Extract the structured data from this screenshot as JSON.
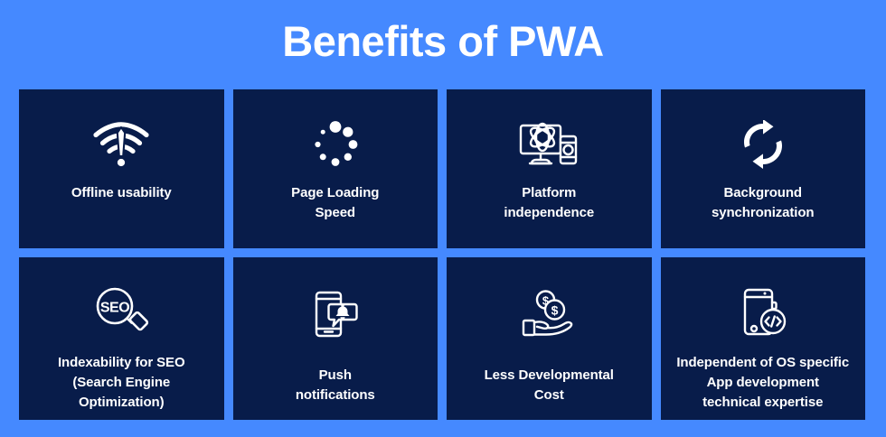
{
  "poster": {
    "title": "Benefits of PWA",
    "background_color": "#4589ff",
    "card_color": "#081c4a",
    "text_color": "#ffffff"
  },
  "cards": [
    {
      "label": "Offline usability",
      "icon": "wifi-offline-icon"
    },
    {
      "label": "Page Loading\nSpeed",
      "icon": "loading-spinner-icon"
    },
    {
      "label": "Platform\nindependence",
      "icon": "monitor-atom-device-icon"
    },
    {
      "label": "Background\nsynchronization",
      "icon": "sync-arrows-icon"
    },
    {
      "label": "Indexability for SEO\n(Search Engine\nOptimization)",
      "icon": "seo-magnifier-icon"
    },
    {
      "label": "Push\nnotifications",
      "icon": "phone-bell-notification-icon"
    },
    {
      "label": "Less Developmental\nCost",
      "icon": "hand-coins-icon"
    },
    {
      "label": "Independent of OS specific\nApp development\ntechnical expertise",
      "icon": "phone-code-icon"
    }
  ]
}
